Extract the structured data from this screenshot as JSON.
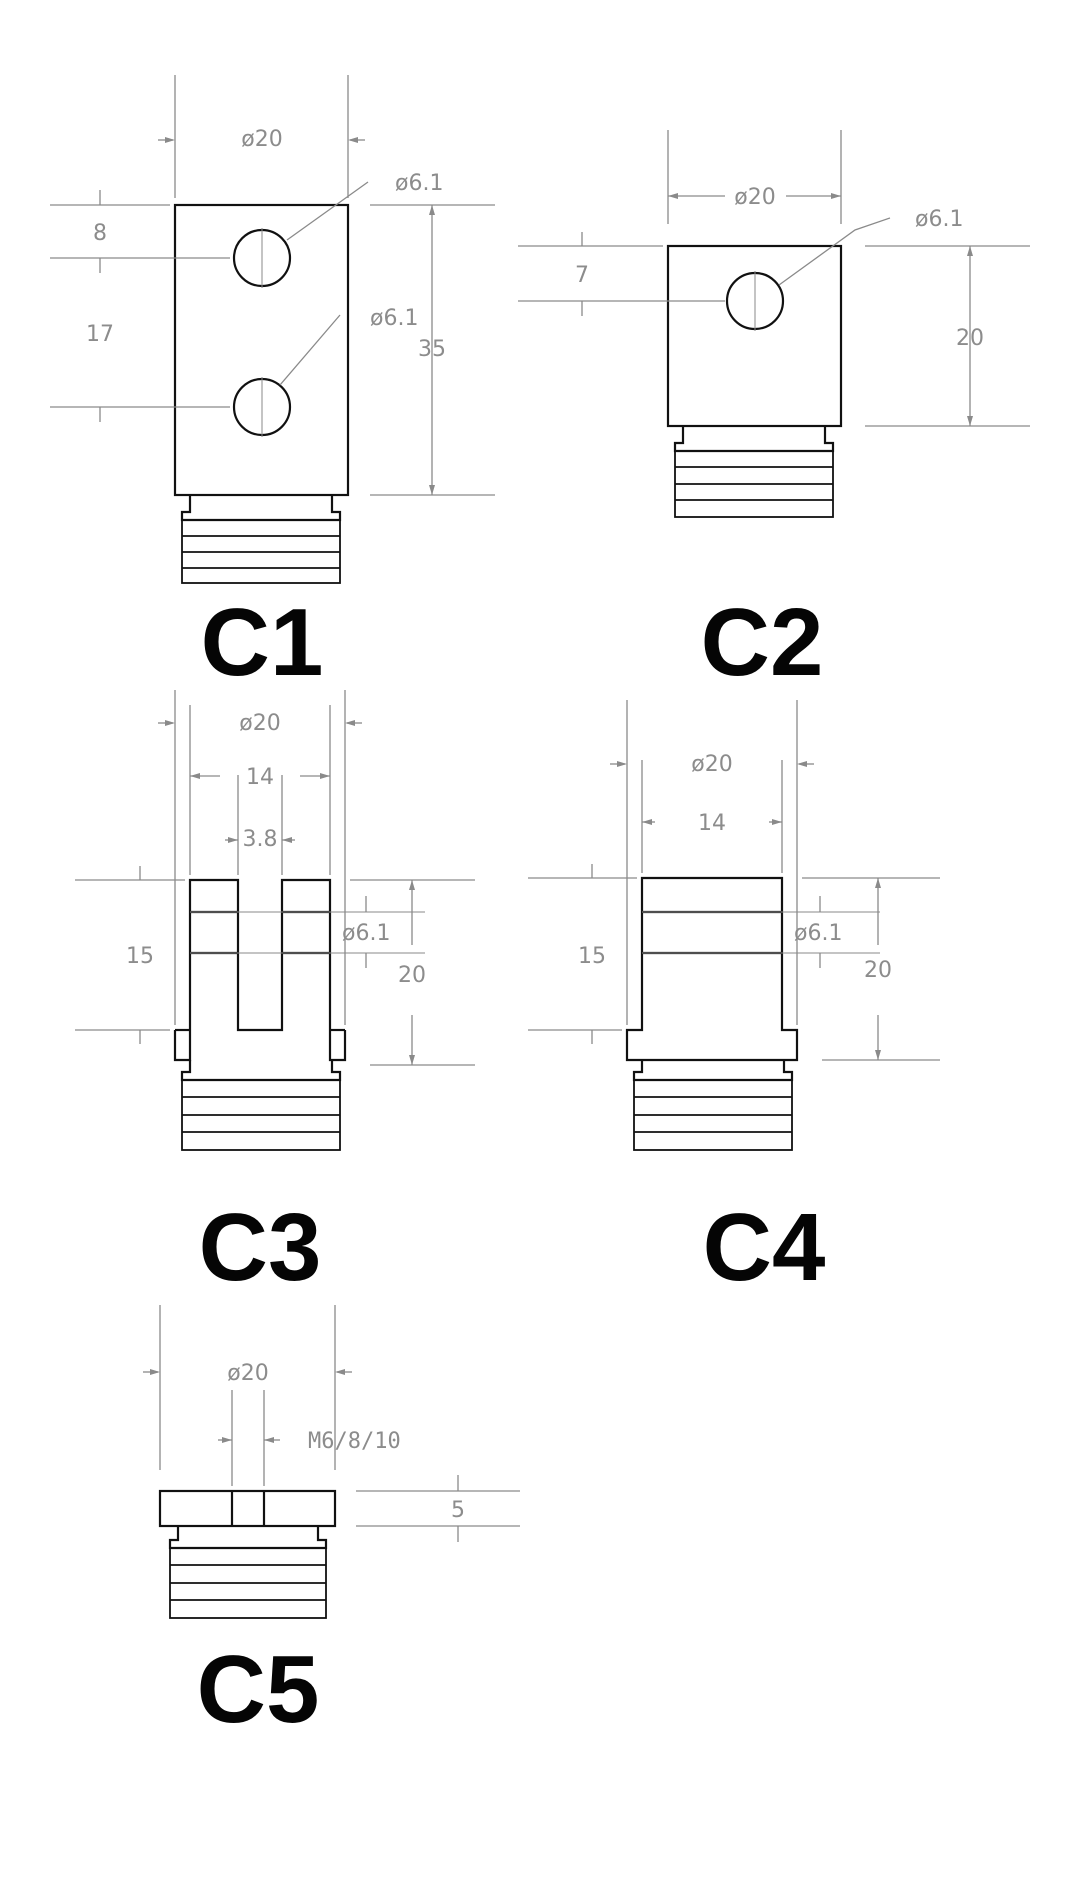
{
  "colors": {
    "background": "#ffffff",
    "outline": "#111111",
    "dimension": "#8a8a8a",
    "label": "#050505"
  },
  "parts": [
    {
      "label": "C1",
      "dims": {
        "width": "ø20",
        "hole_top": "ø6.1",
        "hole_bottom": "ø6.1",
        "height": "35",
        "top_offset": "8",
        "spacing": "17"
      }
    },
    {
      "label": "C2",
      "dims": {
        "width": "ø20",
        "hole": "ø6.1",
        "height": "20",
        "top_offset": "7"
      }
    },
    {
      "label": "C3",
      "dims": {
        "width": "ø20",
        "inner": "14",
        "slot": "3.8",
        "hole": "ø6.1",
        "height": "15",
        "overall": "20"
      }
    },
    {
      "label": "C4",
      "dims": {
        "width": "ø20",
        "inner": "14",
        "hole": "ø6.1",
        "height": "15",
        "overall": "20"
      }
    },
    {
      "label": "C5",
      "dims": {
        "width": "ø20",
        "thread": "M6/8/10",
        "height": "5"
      }
    }
  ]
}
